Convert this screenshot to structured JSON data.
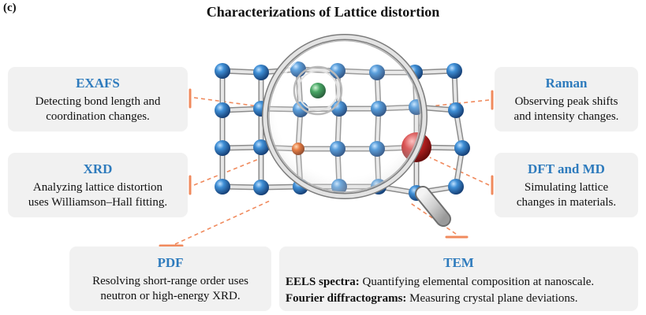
{
  "panel_label": "(c)",
  "title": "Characterizations of Lattice distortion",
  "colors": {
    "card_title": "#2e7bbd",
    "card_bg": "#f1f1f1",
    "connector": "#f08a5d",
    "atom_blue": "#2f78bf",
    "atom_orange": "#e0621e",
    "atom_red": "#d02828",
    "atom_green": "#2e9a4e"
  },
  "cards": {
    "exafs": {
      "title": "EXAFS",
      "lines": [
        "Detecting bond length and",
        "coordination changes."
      ]
    },
    "xrd": {
      "title": "XRD",
      "lines": [
        "Analyzing lattice distortion",
        "uses Williamson–Hall fitting."
      ]
    },
    "raman": {
      "title": "Raman",
      "lines": [
        "Observing peak shifts",
        "and intensity changes."
      ]
    },
    "dft": {
      "title": "DFT and MD",
      "lines": [
        "Simulating lattice",
        "changes in materials."
      ]
    },
    "pdf": {
      "title": "PDF",
      "lines": [
        "Resolving short-range order uses",
        "neutron or high-energy XRD."
      ]
    },
    "tem": {
      "title": "TEM",
      "items": [
        {
          "label": "EELS spectra:",
          "text": " Quantifying elemental composition at nanoscale."
        },
        {
          "label": "Fourier diffractograms:",
          "text": " Measuring crystal plane deviations."
        }
      ]
    }
  }
}
